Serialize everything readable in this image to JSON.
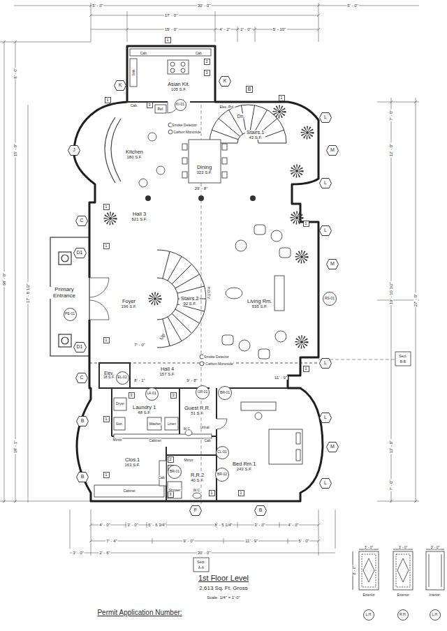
{
  "diagram": {
    "title": "1st Floor Level",
    "nodes": [
      {
        "text": [
          "Asian Kit.",
          "105 S.F."
        ]
      },
      {
        "text": [
          "Kitchen",
          "180 S.F."
        ]
      },
      {
        "text": [
          "Dining",
          "322 S.F."
        ]
      },
      {
        "text": [
          "Stairs.1",
          "43 S.F."
        ]
      },
      {
        "text": [
          "Hall 3",
          "621 S.F."
        ]
      },
      {
        "text": [
          "Primary Entrance"
        ]
      },
      {
        "text": [
          "Foyer",
          "196 S.F."
        ]
      },
      {
        "text": [
          "Stairs.2",
          "92 S.F."
        ]
      },
      {
        "text": [
          "Living Rm.",
          "535 S.F."
        ]
      },
      {
        "text": [
          "Elev.",
          "18 S.F."
        ]
      },
      {
        "text": [
          "Hall 4",
          "157 S.F."
        ]
      },
      {
        "text": [
          "Laundry 1",
          "48 S.F."
        ]
      },
      {
        "text": [
          "Guest R.R.",
          "51 S.F."
        ]
      },
      {
        "text": [
          "Bed Rm.1",
          "243 S.F."
        ]
      },
      {
        "text": [
          "Clos.1",
          "163 S.F."
        ]
      },
      {
        "text": [
          "R.R.2",
          "40 S.F."
        ]
      },
      {
        "text": [
          "K"
        ]
      },
      {
        "text": [
          "K"
        ]
      },
      {
        "text": [
          "J"
        ]
      },
      {
        "text": [
          "C"
        ]
      },
      {
        "text": [
          "D1"
        ]
      },
      {
        "text": [
          "D1"
        ]
      },
      {
        "text": [
          "C"
        ]
      },
      {
        "text": [
          "B"
        ]
      },
      {
        "text": [
          "B"
        ]
      },
      {
        "text": [
          "F"
        ]
      },
      {
        "text": [
          "B"
        ]
      },
      {
        "text": [
          "L"
        ]
      },
      {
        "text": [
          "M"
        ]
      },
      {
        "text": [
          "L"
        ]
      },
      {
        "text": [
          "L"
        ]
      },
      {
        "text": [
          "M"
        ]
      },
      {
        "text": [
          "L"
        ]
      },
      {
        "text": [
          "L"
        ]
      },
      {
        "text": [
          "M"
        ]
      },
      {
        "text": [
          "L"
        ]
      },
      {
        "text": [
          "B"
        ]
      },
      {
        "text": [
          "1"
        ]
      },
      {
        "text": [
          "2"
        ]
      },
      {
        "text": [
          "3"
        ]
      },
      {
        "text": [
          "1"
        ]
      },
      {
        "text": [
          "3"
        ]
      },
      {
        "text": [
          "1"
        ]
      },
      {
        "text": [
          "1"
        ]
      },
      {
        "text": [
          "1"
        ]
      },
      {
        "text": [
          "1"
        ]
      },
      {
        "text": [
          "1"
        ]
      },
      {
        "text": [
          "1"
        ]
      },
      {
        "text": [
          "3"
        ]
      },
      {
        "text": [
          "3"
        ]
      },
      {
        "text": [
          "1"
        ]
      },
      {
        "text": [
          "1"
        ]
      },
      {
        "text": [
          "2"
        ]
      },
      {
        "text": [
          "2"
        ]
      },
      {
        "text": [
          "3"
        ]
      },
      {
        "text": [
          "1"
        ]
      },
      {
        "text": [
          "1"
        ]
      },
      {
        "text": [
          "KI-01"
        ]
      },
      {
        "text": [
          "PE-01"
        ]
      },
      {
        "text": [
          "RS-01"
        ]
      },
      {
        "text": [
          "EL-02"
        ]
      },
      {
        "text": [
          "LA-01"
        ]
      },
      {
        "text": [
          "GR-01"
        ]
      },
      {
        "text": [
          "BR-01"
        ]
      },
      {
        "text": [
          "CL-01"
        ]
      },
      {
        "text": [
          "BR-01"
        ]
      },
      {
        "text": [
          "BR-02"
        ]
      },
      {
        "text": [
          "L.H."
        ]
      },
      {
        "text": [
          "R.H."
        ]
      },
      {
        "text": [
          "L.H."
        ]
      }
    ],
    "labels": [
      "5' - 0\"",
      "30' - 0\"",
      "5' - 0\"",
      "17' - 0\"",
      "15' - 0\"",
      "4' - 2\"",
      "2' - 0\"",
      "5' - 10\"",
      "68' - 0\"",
      "8' - 0\"",
      "15' - 0\"",
      "17' - 8 1/2\"",
      "18' - 1\"",
      "7' - 0\"",
      "12' - 0\"",
      "19' - 10 1/2\"",
      "27' - 0\"",
      "12' - 0\"",
      "7' - 0\"",
      "29' - 8\"",
      "7' - 0\"",
      "8' - 1\"",
      "9' - 8\"",
      "11' - 9\"",
      "4' - 0\"",
      "3' - 0\"",
      "6' - 6 3/4\"",
      "8' - 5 1/4\"",
      "3' - 0\"",
      "4' - 0\"",
      "7' - 4\"",
      "9' - 0\"",
      "11' - 9\"",
      "5' - 0\"",
      "3' - 0\"",
      "2' - 6\"",
      "30' - 0\"",
      "Sect.",
      "A-A",
      "Sect.",
      "B-B",
      "Cab.",
      "Cab.",
      "Sink",
      "Cab.",
      "Ref.",
      "Dn.",
      "Elec. Pnl.",
      "Smoke Detector",
      "Carbon Monoxide",
      "Up",
      "H.D.T.V.",
      "Smoke Detector",
      "Carbon Monoxide",
      "Dryer",
      "Stor.",
      "Washer",
      "Linen",
      "W.C.",
      "Urinal",
      "Mirror",
      "Cabinet",
      "Cab",
      "Mirror",
      "Cab",
      "Shower",
      "W.C.",
      "Cabinet",
      "2,613 Sq. Ft. Gross",
      "Scale: 1/4\" = 1'-0\"",
      "Permit Application Number:",
      "3' - 0\"",
      "3' - 0\"",
      "3' - 0\"",
      "8' - 0\"",
      "Exterior",
      "Exterior",
      "Interior"
    ]
  }
}
